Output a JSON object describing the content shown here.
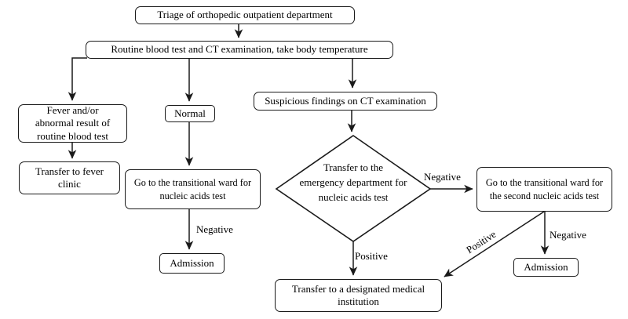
{
  "flowchart": {
    "nodes": {
      "triage": [
        "Triage of orthopedic outpatient department"
      ],
      "routine": [
        "Routine blood test and CT examination, take body temperature"
      ],
      "fever": [
        "Fever and/or",
        "abnormal result of",
        "routine blood test"
      ],
      "fever_clinic": [
        "Transfer to fever",
        "clinic"
      ],
      "normal": [
        "Normal"
      ],
      "transitional_first": [
        "Go to the transitional ward for",
        "nucleic acids test"
      ],
      "admission_first": [
        "Admission"
      ],
      "suspicious": [
        "Suspicious findings on CT examination"
      ],
      "emergency_decision": [
        "Transfer to the",
        "emergency department for",
        "nucleic acids test"
      ],
      "transitional_second": [
        "Go to the transitional ward for",
        "the second nucleic acids test"
      ],
      "admission_second": [
        "Admission"
      ],
      "designated": [
        "Transfer to a designated medical",
        "institution"
      ]
    },
    "edge_labels": {
      "negative_mid": "Negative",
      "negative_diamond": "Negative",
      "negative_right": "Negative",
      "positive_diamond": "Positive",
      "positive_diagonal": "Positive"
    },
    "colors": {
      "line": "#1a1a1a",
      "background": "#ffffff",
      "text": "#000000"
    }
  }
}
